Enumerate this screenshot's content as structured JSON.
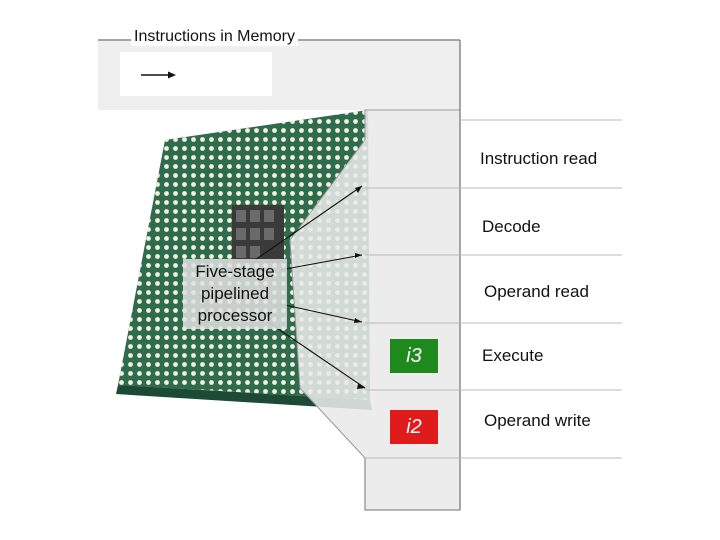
{
  "memory_box": {
    "title": "Instructions in Memory"
  },
  "processor": {
    "label_lines": [
      "Five-stage",
      "pipelined",
      "processor"
    ]
  },
  "stages": [
    {
      "label": "Instruction read",
      "token": ""
    },
    {
      "label": "Decode",
      "token": ""
    },
    {
      "label": "Operand read",
      "token": ""
    },
    {
      "label": "Execute",
      "token": "i3",
      "token_color": "#1e8a1e"
    },
    {
      "label": "Operand write",
      "token": "i2",
      "token_color": "#e01b1b"
    }
  ],
  "colors": {
    "chip_green": "#2f6b4f",
    "pin": "#f2f2d8",
    "panel": "#e9e9e9",
    "divider": "#b8b8b8"
  },
  "icons": {
    "memory_arrow": "right-arrow-icon"
  }
}
